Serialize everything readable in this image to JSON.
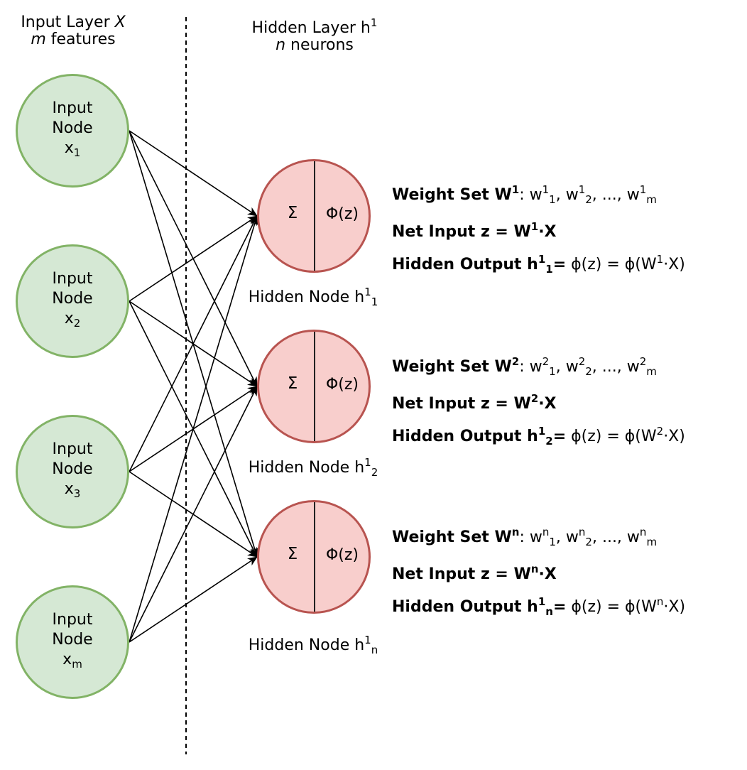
{
  "input_layer": {
    "title": "Input Layer",
    "title_var": "X",
    "subtitle_var": "m",
    "subtitle": " features"
  },
  "hidden_layer": {
    "title": "Hidden Layer h",
    "title_sup": "1",
    "subtitle_var": "n",
    "subtitle": " neurons"
  },
  "input_nodes": [
    {
      "line1": "Input",
      "line2": "Node",
      "var": "x",
      "sub": "1"
    },
    {
      "line1": "Input",
      "line2": "Node",
      "var": "x",
      "sub": "2"
    },
    {
      "line1": "Input",
      "line2": "Node",
      "var": "x",
      "sub": "3"
    },
    {
      "line1": "Input",
      "line2": "Node",
      "var": "x",
      "sub": "m"
    }
  ],
  "hidden_nodes": [
    {
      "sum_symbol": "Σ",
      "act_symbol": "Φ(z)",
      "caption": "Hidden Node h",
      "cap_sup": "1",
      "cap_sub": "1",
      "ws_label": "Weight Set W",
      "ws_sup": "1",
      "w_base": "w",
      "w_sup": "1",
      "w_sub1": "1",
      "w_sub2": "2",
      "w_subm": "m",
      "ni_label": "Net Input z = W",
      "ni_sup": "1",
      "ni_tail": "·X",
      "ho_label": "Hidden Output h",
      "ho_sup": "1",
      "ho_sub": "1",
      "ho_eq": "=",
      "ho_expr1": " ϕ(z) = ϕ(W",
      "ho_expr_sup": "1",
      "ho_expr2": "·X)"
    },
    {
      "sum_symbol": "Σ",
      "act_symbol": "Φ(z)",
      "caption": "Hidden Node h",
      "cap_sup": "1",
      "cap_sub": "2",
      "ws_label": "Weight Set W",
      "ws_sup": "2",
      "w_base": "w",
      "w_sup": "2",
      "w_sub1": "1",
      "w_sub2": "2",
      "w_subm": "m",
      "ni_label": "Net Input z = W",
      "ni_sup": "2",
      "ni_tail": "·X",
      "ho_label": "Hidden Output h",
      "ho_sup": "1",
      "ho_sub": "2",
      "ho_eq": "=",
      "ho_expr1": " ϕ(z) = ϕ(W",
      "ho_expr_sup": "2",
      "ho_expr2": "·X)"
    },
    {
      "sum_symbol": "Σ",
      "act_symbol": "Φ(z)",
      "caption": "Hidden Node h",
      "cap_sup": "1",
      "cap_sub": "n",
      "ws_label": "Weight Set W",
      "ws_sup": "n",
      "w_base": "w",
      "w_sup": "n",
      "w_sub1": "1",
      "w_sub2": "2",
      "w_subm": "m",
      "ni_label": "Net Input z = W",
      "ni_sup": "n",
      "ni_tail": "·X",
      "ho_label": "Hidden Output h",
      "ho_sup": "1",
      "ho_sub": "n",
      "ho_eq": "=",
      "ho_expr1": " ϕ(z) = ϕ(W",
      "ho_expr_sup": "n",
      "ho_expr2": "·X)"
    }
  ],
  "colors": {
    "input_fill": "#d5e8d4",
    "input_stroke": "#82b366",
    "hidden_fill": "#f8cecc",
    "hidden_stroke": "#b85450"
  }
}
